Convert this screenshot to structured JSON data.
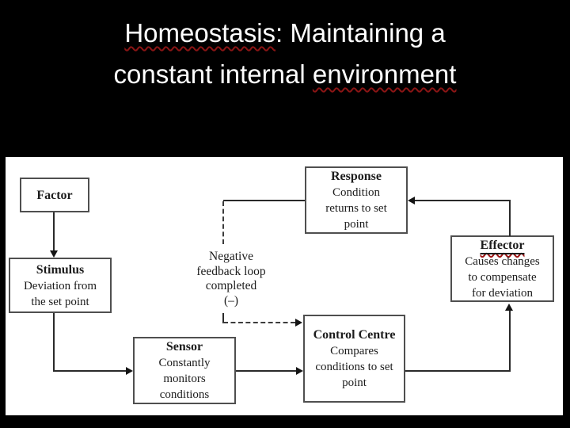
{
  "slide": {
    "title": {
      "line1_flagged": "Homeostasis",
      "line1_rest": ": Maintaining a",
      "line2_pre": "constant internal ",
      "line2_flagged": "environment"
    }
  },
  "diagram": {
    "boxes": {
      "factor": {
        "title": "Factor",
        "lines": []
      },
      "stimulus": {
        "title": "Stimulus",
        "lines": [
          "Deviation from",
          "the set point"
        ]
      },
      "sensor": {
        "title": "Sensor",
        "lines": [
          "Constantly",
          "monitors",
          "conditions"
        ]
      },
      "control_centre": {
        "title": "Control Centre",
        "lines": [
          "Compares",
          "conditions to set",
          "point"
        ]
      },
      "response": {
        "title": "Response",
        "lines": [
          "Condition",
          "returns to set",
          "point"
        ]
      },
      "effector": {
        "title": "Effector",
        "lines": [
          "Causes changes",
          "to compensate",
          "for deviation"
        ]
      }
    },
    "feedback_label": {
      "lines": [
        "Negative",
        "feedback loop",
        "completed",
        "(–)"
      ]
    }
  },
  "colors": {
    "background": "#000000",
    "panel": "#ffffff",
    "box_border": "#4f4f4f",
    "connector_line": "#2a2a2a",
    "diagram_text": "#1c1c1c",
    "title_text": "#ffffff",
    "spellcheck_red": "#8b1515"
  }
}
